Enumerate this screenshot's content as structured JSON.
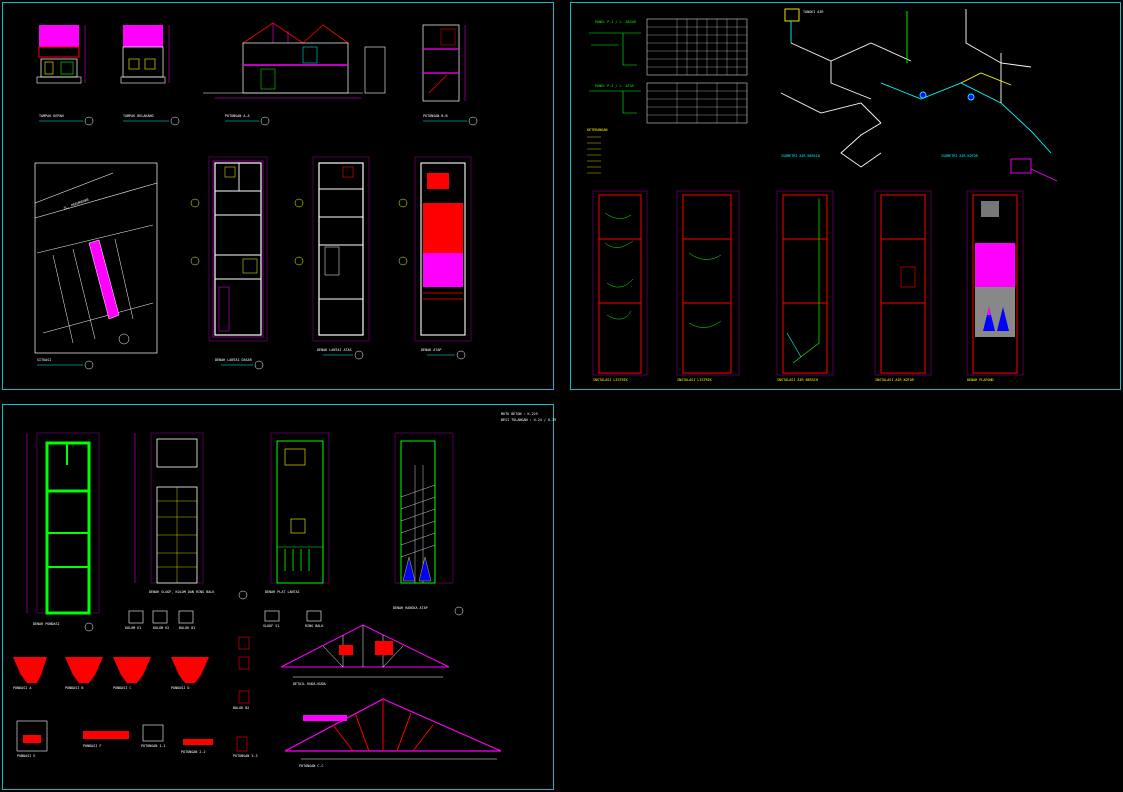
{
  "colors": {
    "background": "#000000",
    "sheet_border": "#19b7c9",
    "wall": "#ffffff",
    "dimension": "#ff00ff",
    "text": "#ffff00",
    "hatch_red": "#ff0000",
    "slab_magenta": "#ff00ff",
    "structure_green": "#00ff00",
    "pipe_cyan": "#00ffff"
  },
  "sheet_arch": {
    "titles": [
      {
        "text": "TAMPAK DEPAN"
      },
      {
        "text": "TAMPAK BELAKANG"
      },
      {
        "text": "POTONGAN A-A"
      },
      {
        "text": "POTONGAN B-B"
      },
      {
        "text": "SITUASI"
      },
      {
        "text": "DENAH LANTAI DASAR"
      },
      {
        "text": "DENAH LANTAI ATAS"
      },
      {
        "text": "DENAH ATAP"
      }
    ],
    "site_road": "JL. PERUMAHAN"
  },
  "sheet_mep": {
    "panel_1": "PANEL P-1 / L. DASAR",
    "panel_2": "PANEL P-2 / L. ATAS",
    "legend_title": "KETERANGAN",
    "riser_label": "TANGKI AIR",
    "isometric_1": "ISOMETRI AIR BERSIH",
    "isometric_2": "ISOMETRI AIR KOTOR",
    "titles": [
      {
        "text": "INSTALASI LISTRIK"
      },
      {
        "text": "INSTALASI LISTRIK"
      },
      {
        "text": "INSTALASI AIR BERSIH"
      },
      {
        "text": "INSTALASI AIR KOTOR"
      },
      {
        "text": "DENAH PLAFOND"
      }
    ]
  },
  "sheet_struct": {
    "titles": [
      {
        "text": "DENAH PONDASI"
      },
      {
        "text": "DENAH SLOOF, KOLOM DAN RING BALK"
      },
      {
        "text": "DENAH PLAT LANTAI"
      },
      {
        "text": "DENAH RANGKA ATAP"
      },
      {
        "text": "DETAIL KUDA-KUDA"
      },
      {
        "text": "POTONGAN C-C"
      }
    ],
    "details": [
      {
        "text": "PONDASI A"
      },
      {
        "text": "PONDASI B"
      },
      {
        "text": "PONDASI C"
      },
      {
        "text": "PONDASI D"
      },
      {
        "text": "KOLOM K1"
      },
      {
        "text": "KOLOM K2"
      },
      {
        "text": "BALOK B1"
      },
      {
        "text": "SLOOF S1"
      },
      {
        "text": "RING BALK"
      },
      {
        "text": "PONDASI E"
      },
      {
        "text": "PONDASI F"
      },
      {
        "text": "POTONGAN 1-1"
      },
      {
        "text": "POTONGAN 2-2"
      },
      {
        "text": "POTONGAN 3-3"
      },
      {
        "text": "BALOK B2"
      }
    ],
    "notes": [
      {
        "text": "MUTU BETON : K-225"
      },
      {
        "text": "BESI TULANGAN : U-24 / U-39"
      }
    ]
  }
}
